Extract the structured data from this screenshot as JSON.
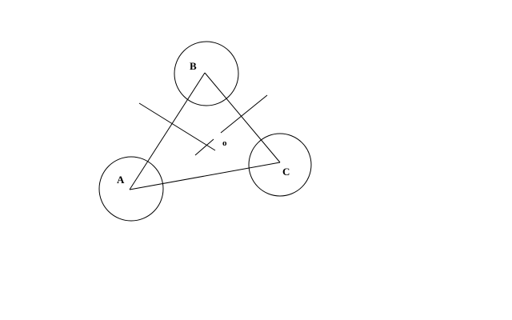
{
  "diagram": {
    "labels": {
      "a": "A",
      "b": "B",
      "c": "C",
      "o": "o"
    },
    "colors": {
      "stroke": "#000000",
      "background": "#ffffff"
    }
  }
}
